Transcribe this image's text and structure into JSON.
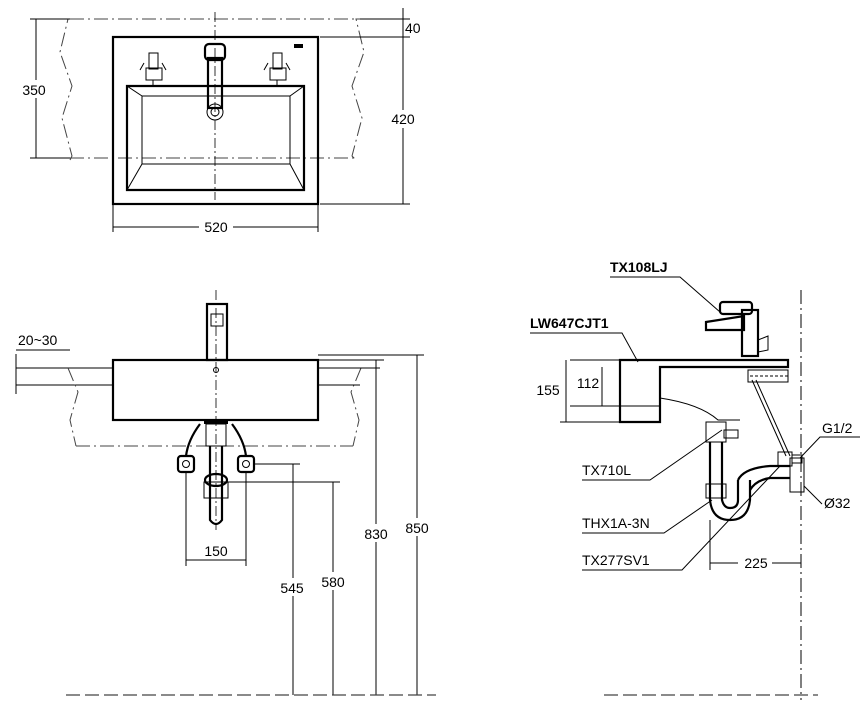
{
  "top_view": {
    "dim_depth": "350",
    "dim_total_depth": "420",
    "dim_top_gap": "40",
    "dim_width": "520"
  },
  "front_view": {
    "dim_wall_thickness": "20~30",
    "dim_supply_spacing": "150",
    "dim_supply_height": "545",
    "dim_trap_height": "580",
    "dim_rim_height": "830",
    "dim_faucet_height": "850"
  },
  "side_view": {
    "label_faucet": "TX108LJ",
    "label_basin": "LW647CJT1",
    "dim_bowl_depth": "155",
    "dim_inner_depth": "112",
    "label_drain": "TX710L",
    "label_trap": "THX1A-3N",
    "label_stop_valve": "TX277SV1",
    "label_thread": "G1/2",
    "label_pipe_dia": "Ø32",
    "dim_wall_offset": "225"
  }
}
